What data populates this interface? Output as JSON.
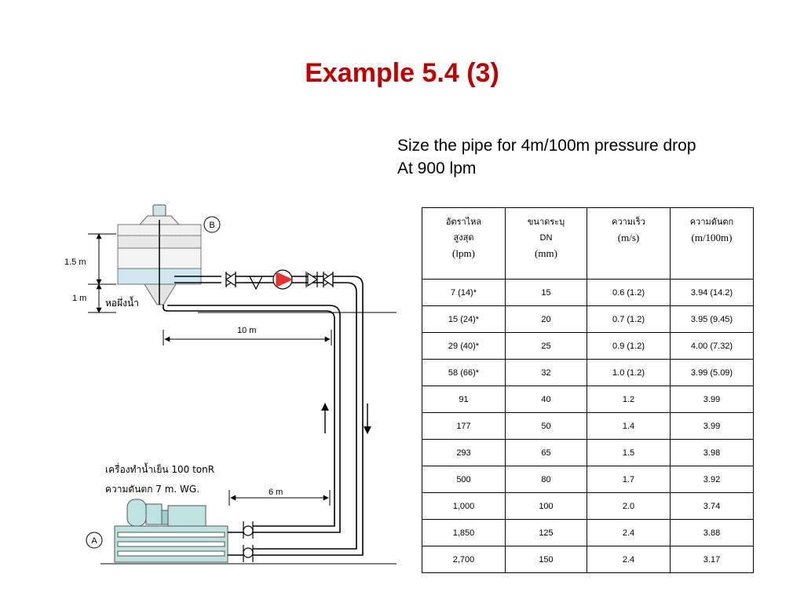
{
  "slide": {
    "title": "Example 5.4 (3)",
    "subtitle_line1": "Size the pipe for 4m/100m pressure drop",
    "subtitle_line2": "At 900 lpm"
  },
  "diagram": {
    "label_b": "B",
    "label_a": "A",
    "dim_tower_height": "1.5 m",
    "dim_basin_height": "1 m",
    "tower_name": "หอผึ่งน้ำ",
    "dim_horizontal_top": "10 m",
    "dim_horizontal_bottom": "6 m",
    "chiller_line1": "เครื่องทำน้ำเย็น 100 tonR",
    "chiller_line2": "ความดันตก 7 m. WG."
  },
  "table": {
    "headers": [
      {
        "line1": "อัตราไหล",
        "line2": "สูงสุด",
        "line3": "(lpm)"
      },
      {
        "line1": "ขนาดระบุ",
        "line2": "DN",
        "line3": "(mm)"
      },
      {
        "line1": "ความเร็ว",
        "line2": "(m/s)",
        "line3": ""
      },
      {
        "line1": "ความดันตก",
        "line2": "(m/100m)",
        "line3": ""
      }
    ],
    "rows": [
      [
        "7 (14)*",
        "15",
        "0.6 (1.2)",
        "3.94 (14.2)"
      ],
      [
        "15 (24)*",
        "20",
        "0.7 (1.2)",
        "3.95 (9.45)"
      ],
      [
        "29 (40)*",
        "25",
        "0.9 (1.2)",
        "4.00 (7.32)"
      ],
      [
        "58 (66)*",
        "32",
        "1.0 (1.2)",
        "3.99 (5.09)"
      ],
      [
        "91",
        "40",
        "1.2",
        "3.99"
      ],
      [
        "177",
        "50",
        "1.4",
        "3.99"
      ],
      [
        "293",
        "65",
        "1.5",
        "3.98"
      ],
      [
        "500",
        "80",
        "1.7",
        "3.92"
      ],
      [
        "1,000",
        "100",
        "2.0",
        "3.74"
      ],
      [
        "1,850",
        "125",
        "2.4",
        "3.88"
      ],
      [
        "2,700",
        "150",
        "2.4",
        "3.17"
      ]
    ]
  },
  "colors": {
    "title": "#c00000",
    "water": "#cfe8ef",
    "chiller": "#bfe2e2",
    "pump": "#e53030"
  }
}
